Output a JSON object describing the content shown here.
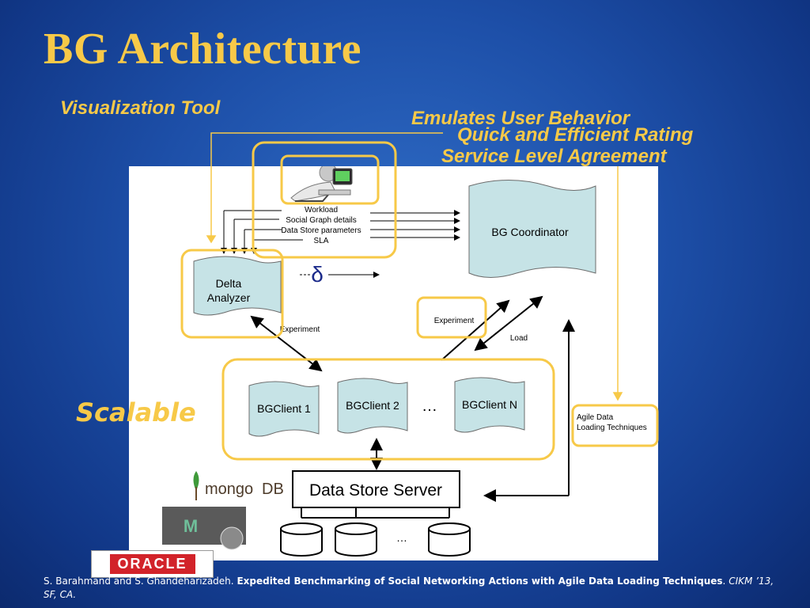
{
  "slide": {
    "title": "BG Architecture",
    "annotations": {
      "visualization": "Visualization Tool",
      "emulates": "Emulates User Behavior",
      "quick_rating": "Quick and Efficient Rating",
      "sla": "Service Level Agreement",
      "scalable": "Scalable"
    },
    "citation": {
      "authors": "S. Barahmand and S. Ghandeharizadeh.",
      "paper_title": "Expedited Benchmarking of Social Networking Actions with Agile Data Loading Techniques",
      "venue": "CIKM ’13, SF, CA."
    },
    "colors": {
      "accent_yellow": "#f7c948",
      "shape_fill": "#c6e3e6",
      "background_blue": "#1d4fa8"
    }
  },
  "diagram": {
    "inputs": [
      "Workload",
      "Social Graph details",
      "Data Store parameters",
      "SLA"
    ],
    "coordinator": "BG Coordinator",
    "delta_analyzer": [
      "Delta",
      "Analyzer"
    ],
    "delta_symbol": "δ",
    "experiment_label": "Experiment",
    "experiment_box": "Experiment",
    "load_label": "Load",
    "clients": [
      "BGClient 1",
      "BGClient 2",
      "BGClient N"
    ],
    "ellipsis": "…",
    "agile": [
      "Agile Data",
      "Loading Techniques"
    ],
    "data_store": "Data Store Server",
    "storage_ellipsis": "…",
    "logos": {
      "mongo_a": "mongo",
      "mongo_b": "DB",
      "oracle": "ORACLE",
      "memcached_letter": "M"
    }
  }
}
